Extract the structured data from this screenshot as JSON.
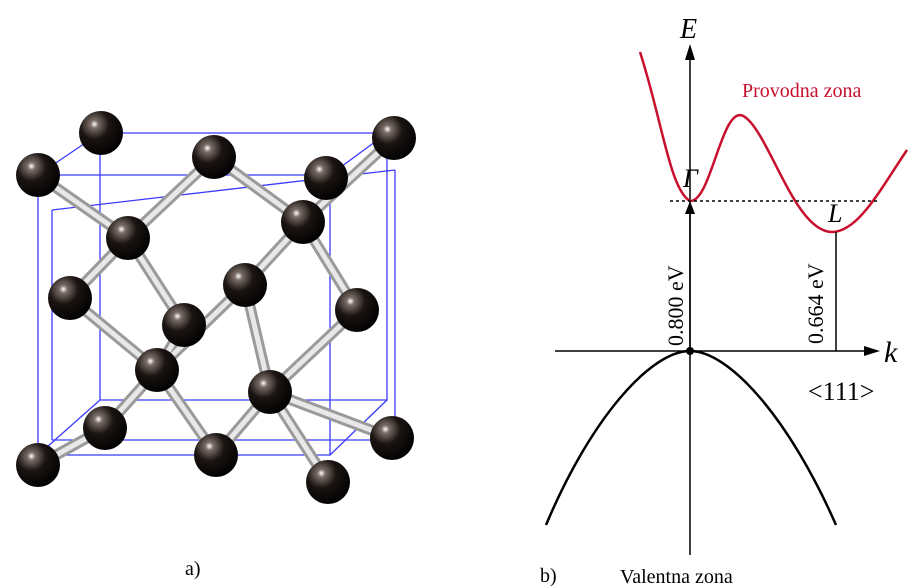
{
  "panel_a": {
    "label": "a)"
  },
  "panel_b": {
    "label": "b)",
    "energy_axis_label": "E",
    "momentum_axis_label": "k",
    "direction_label": "<111>",
    "conduction_band_label": "Provodna zona",
    "valence_band_label": "Valentna zona",
    "gamma_point_label": "Γ",
    "l_point_label": "L",
    "direct_gap_label": "0.800 eV",
    "indirect_gap_label": "0.664 eV"
  },
  "colors": {
    "conduction_band": "#c8102e",
    "valence_band": "#000000",
    "cube_edges": "#3a3aff",
    "atoms": "#1a1412"
  }
}
